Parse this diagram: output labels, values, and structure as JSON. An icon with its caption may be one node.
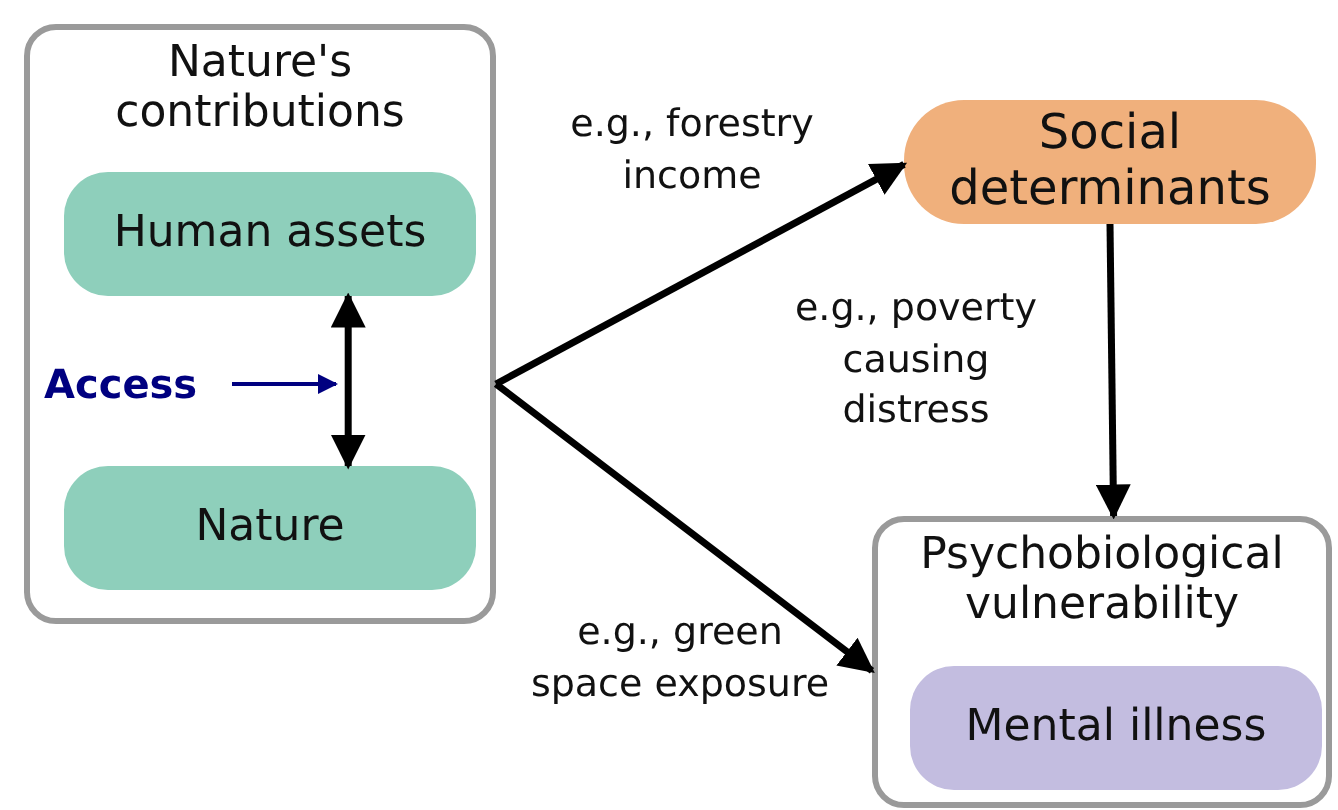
{
  "diagram": {
    "nodes": [
      {
        "text": [
          "Nature's contributions"
        ]
      },
      {
        "text": [
          "Human assets"
        ],
        "in": 0
      },
      {
        "text": [
          "Access"
        ],
        "in": 0
      },
      {
        "text": [
          "Nature"
        ],
        "in": 0
      },
      {
        "text": [
          "Social determinants"
        ]
      },
      {
        "text": [
          "Psychobiological vulnerability"
        ]
      },
      {
        "text": [
          "Mental illness"
        ],
        "in": 5
      }
    ],
    "edges": [
      {
        "from": 1,
        "to": 3,
        "arrow": "both"
      },
      {
        "from": 2,
        "to": null,
        "arrow": "to",
        "color": "#000080"
      },
      {
        "from": 0,
        "to": 4,
        "arrow": "to",
        "label": "e.g., forestry income"
      },
      {
        "from": 4,
        "to": 5,
        "arrow": "to",
        "label": "e.g., poverty causing distress"
      },
      {
        "from": 0,
        "to": 5,
        "arrow": "to",
        "label": "e.g., green space exposure"
      }
    ]
  }
}
